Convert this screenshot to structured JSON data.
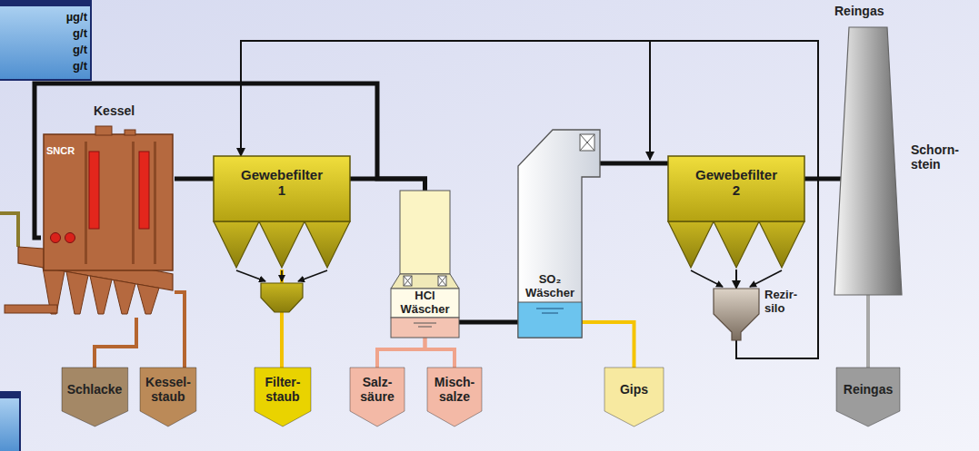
{
  "diagram": {
    "nodes": [
      {
        "text": [
          "µg/t",
          "g/t",
          "g/t",
          "g/t"
        ]
      },
      {
        "text": [
          "Kessel",
          "SNCR"
        ]
      },
      {
        "text": [
          "Gewebefilter 1"
        ]
      },
      {
        "text": [
          "HCl Wäscher"
        ]
      },
      {
        "text": [
          "SO₂ Wäscher"
        ]
      },
      {
        "text": [
          "Gewebefilter 2"
        ]
      },
      {
        "text": [
          "Rezir- silo"
        ]
      },
      {
        "text": [
          "Reingas",
          "Schorn- stein"
        ]
      },
      {
        "text": [
          "Schlacke"
        ]
      },
      {
        "text": [
          "Kessel- staub"
        ]
      },
      {
        "text": [
          "Filter- staub"
        ]
      },
      {
        "text": [
          "Salz- säure"
        ]
      },
      {
        "text": [
          "Misch- salze"
        ]
      },
      {
        "text": [
          "Gips"
        ]
      },
      {
        "text": [
          "Reingas"
        ]
      }
    ],
    "edges": [
      {
        "from": 1,
        "to": 2,
        "arrow": "none"
      },
      {
        "from": 2,
        "to": 3,
        "arrow": "none"
      },
      {
        "from": 1,
        "to": 3,
        "arrow": "none"
      },
      {
        "from": 3,
        "to": 4,
        "arrow": "none"
      },
      {
        "from": 4,
        "to": 5,
        "arrow": "none"
      },
      {
        "from": 5,
        "to": 7,
        "arrow": "none"
      },
      {
        "from": 5,
        "to": 6,
        "arrow": "to"
      },
      {
        "from": 6,
        "to": 2,
        "arrow": "to"
      },
      {
        "from": 6,
        "to": 5,
        "arrow": "to"
      },
      {
        "from": 1,
        "to": 8,
        "arrow": "none"
      },
      {
        "from": 1,
        "to": 9,
        "arrow": "none"
      },
      {
        "from": 2,
        "to": 10,
        "arrow": "none"
      },
      {
        "from": 3,
        "to": 11,
        "arrow": "none"
      },
      {
        "from": 3,
        "to": 12,
        "arrow": "none"
      },
      {
        "from": 4,
        "to": 13,
        "arrow": "none"
      },
      {
        "from": 7,
        "to": 14,
        "arrow": "none"
      }
    ]
  }
}
